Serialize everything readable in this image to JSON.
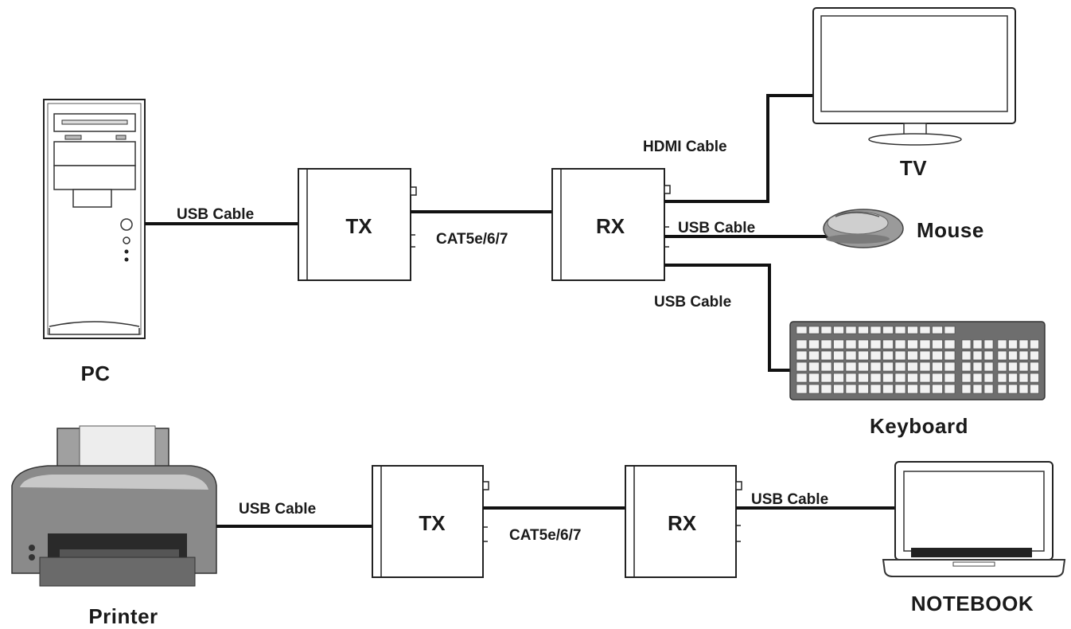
{
  "top": {
    "tx_label": "TX",
    "rx_label": "RX",
    "cable_pc": "USB Cable",
    "cable_cat": "CAT5e/6/7",
    "cable_hdmi": "HDMI Cable",
    "cable_mouse": "USB Cable",
    "cable_keyboard": "USB Cable",
    "pc_label": "PC",
    "tv_label": "TV",
    "mouse_label": "Mouse",
    "keyboard_label": "Keyboard"
  },
  "bottom": {
    "tx_label": "TX",
    "rx_label": "RX",
    "cable_printer": "USB Cable",
    "cable_cat": "CAT5e/6/7",
    "cable_notebook": "USB Cable",
    "printer_label": "Printer",
    "notebook_label": "NOTEBOOK"
  },
  "colors": {
    "line": "#111111",
    "device_fill": "#ffffff",
    "printer_body": "#8a8a8a",
    "keyboard_body": "#6e6e6e"
  }
}
